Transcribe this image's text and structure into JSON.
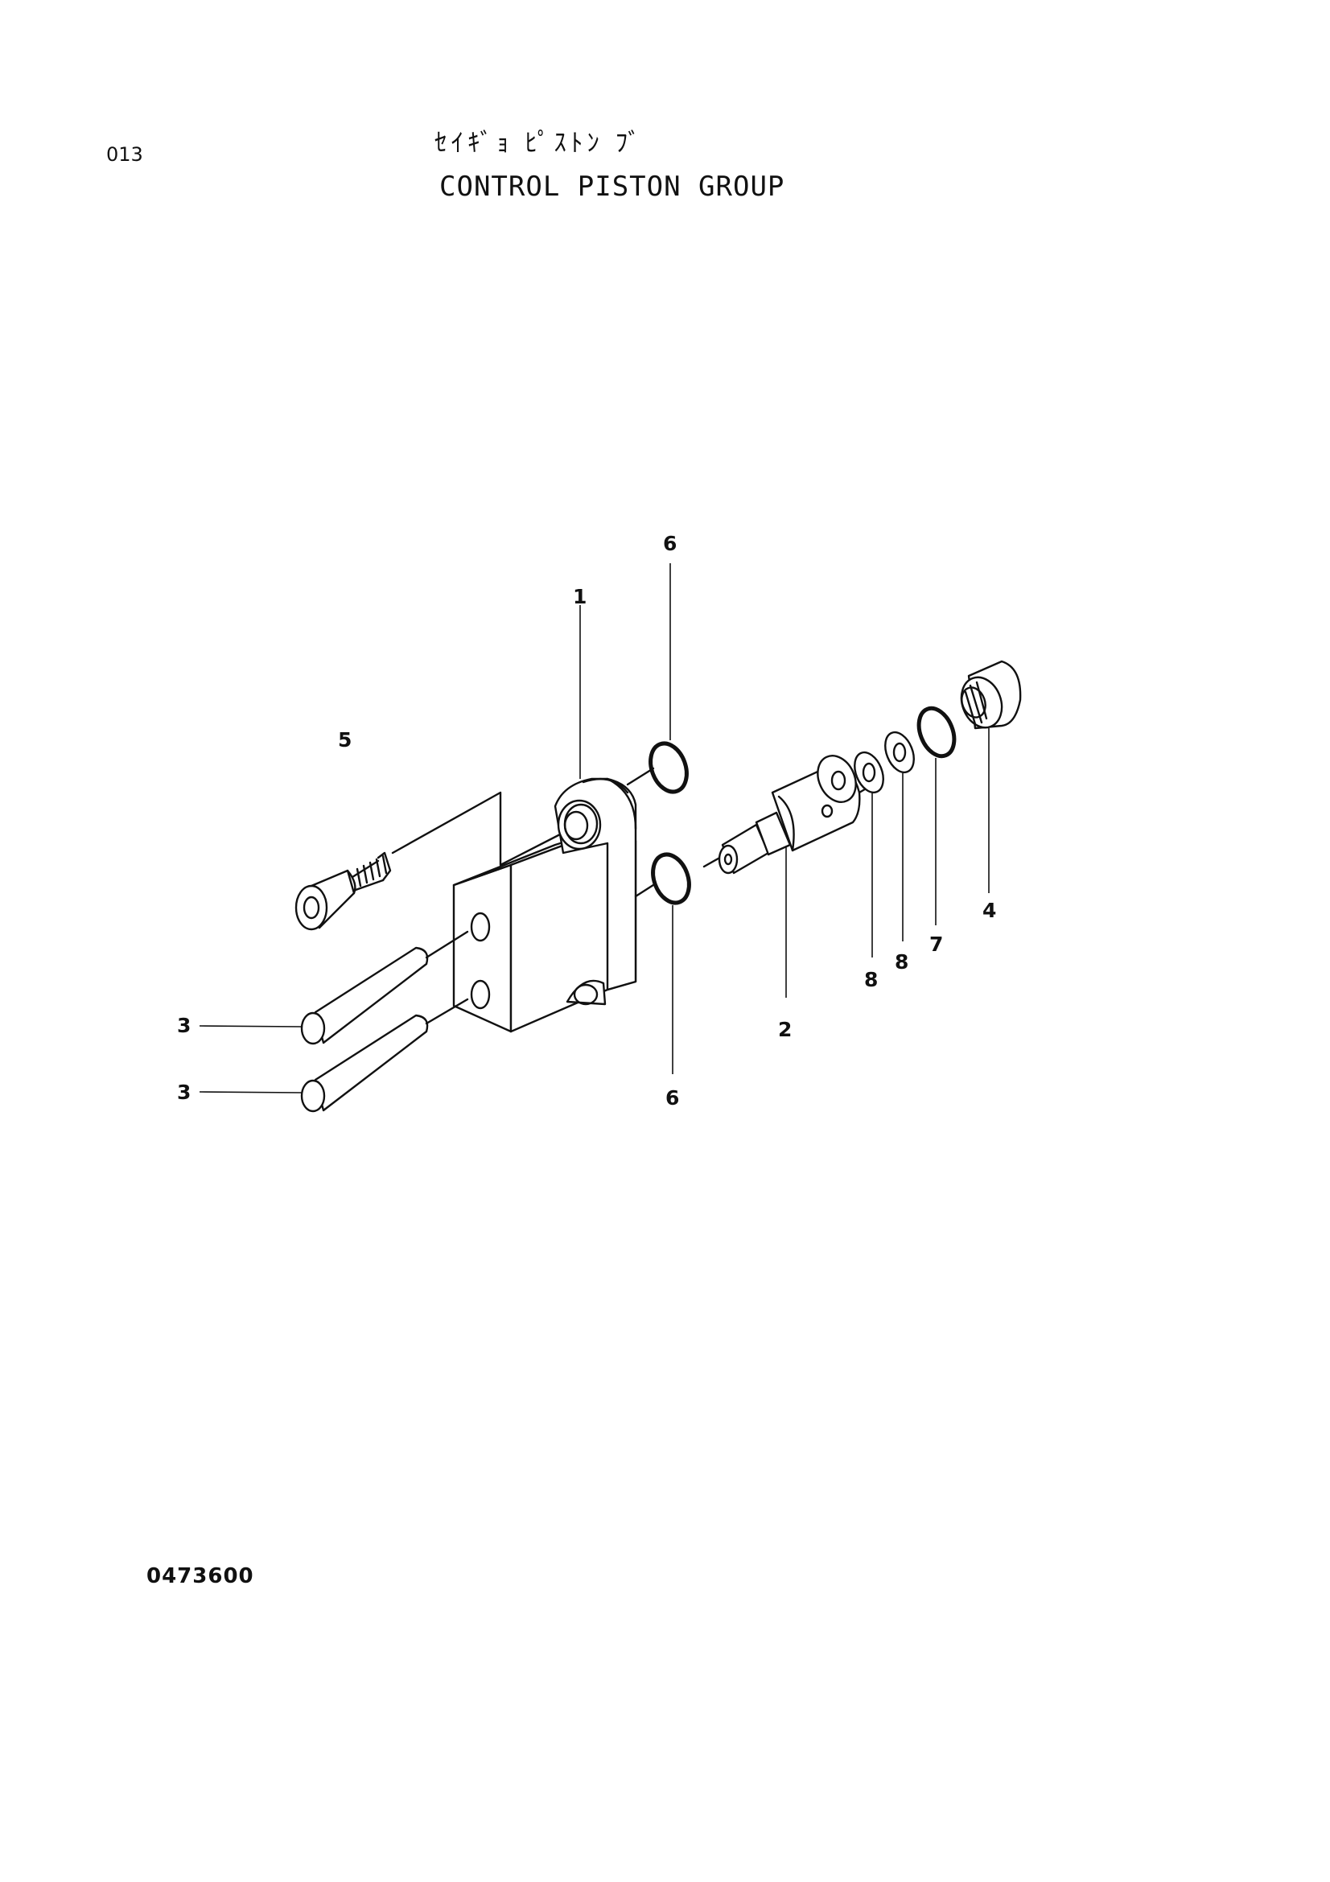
{
  "header": {
    "page_number": "013",
    "title_japanese": "ｾｲｷﾞｮ ﾋﾟｽﾄﾝ ﾌﾞ",
    "title_english": "CONTROL PISTON GROUP"
  },
  "footer": {
    "drawing_code": "0473600"
  },
  "callouts": {
    "part_1": "1",
    "part_2": "2",
    "part_3_upper": "3",
    "part_3_lower": "3",
    "part_4": "4",
    "part_5": "5",
    "part_6_upper": "6",
    "part_6_lower": "6",
    "part_7": "7",
    "part_8_left": "8",
    "part_8_right": "8"
  }
}
